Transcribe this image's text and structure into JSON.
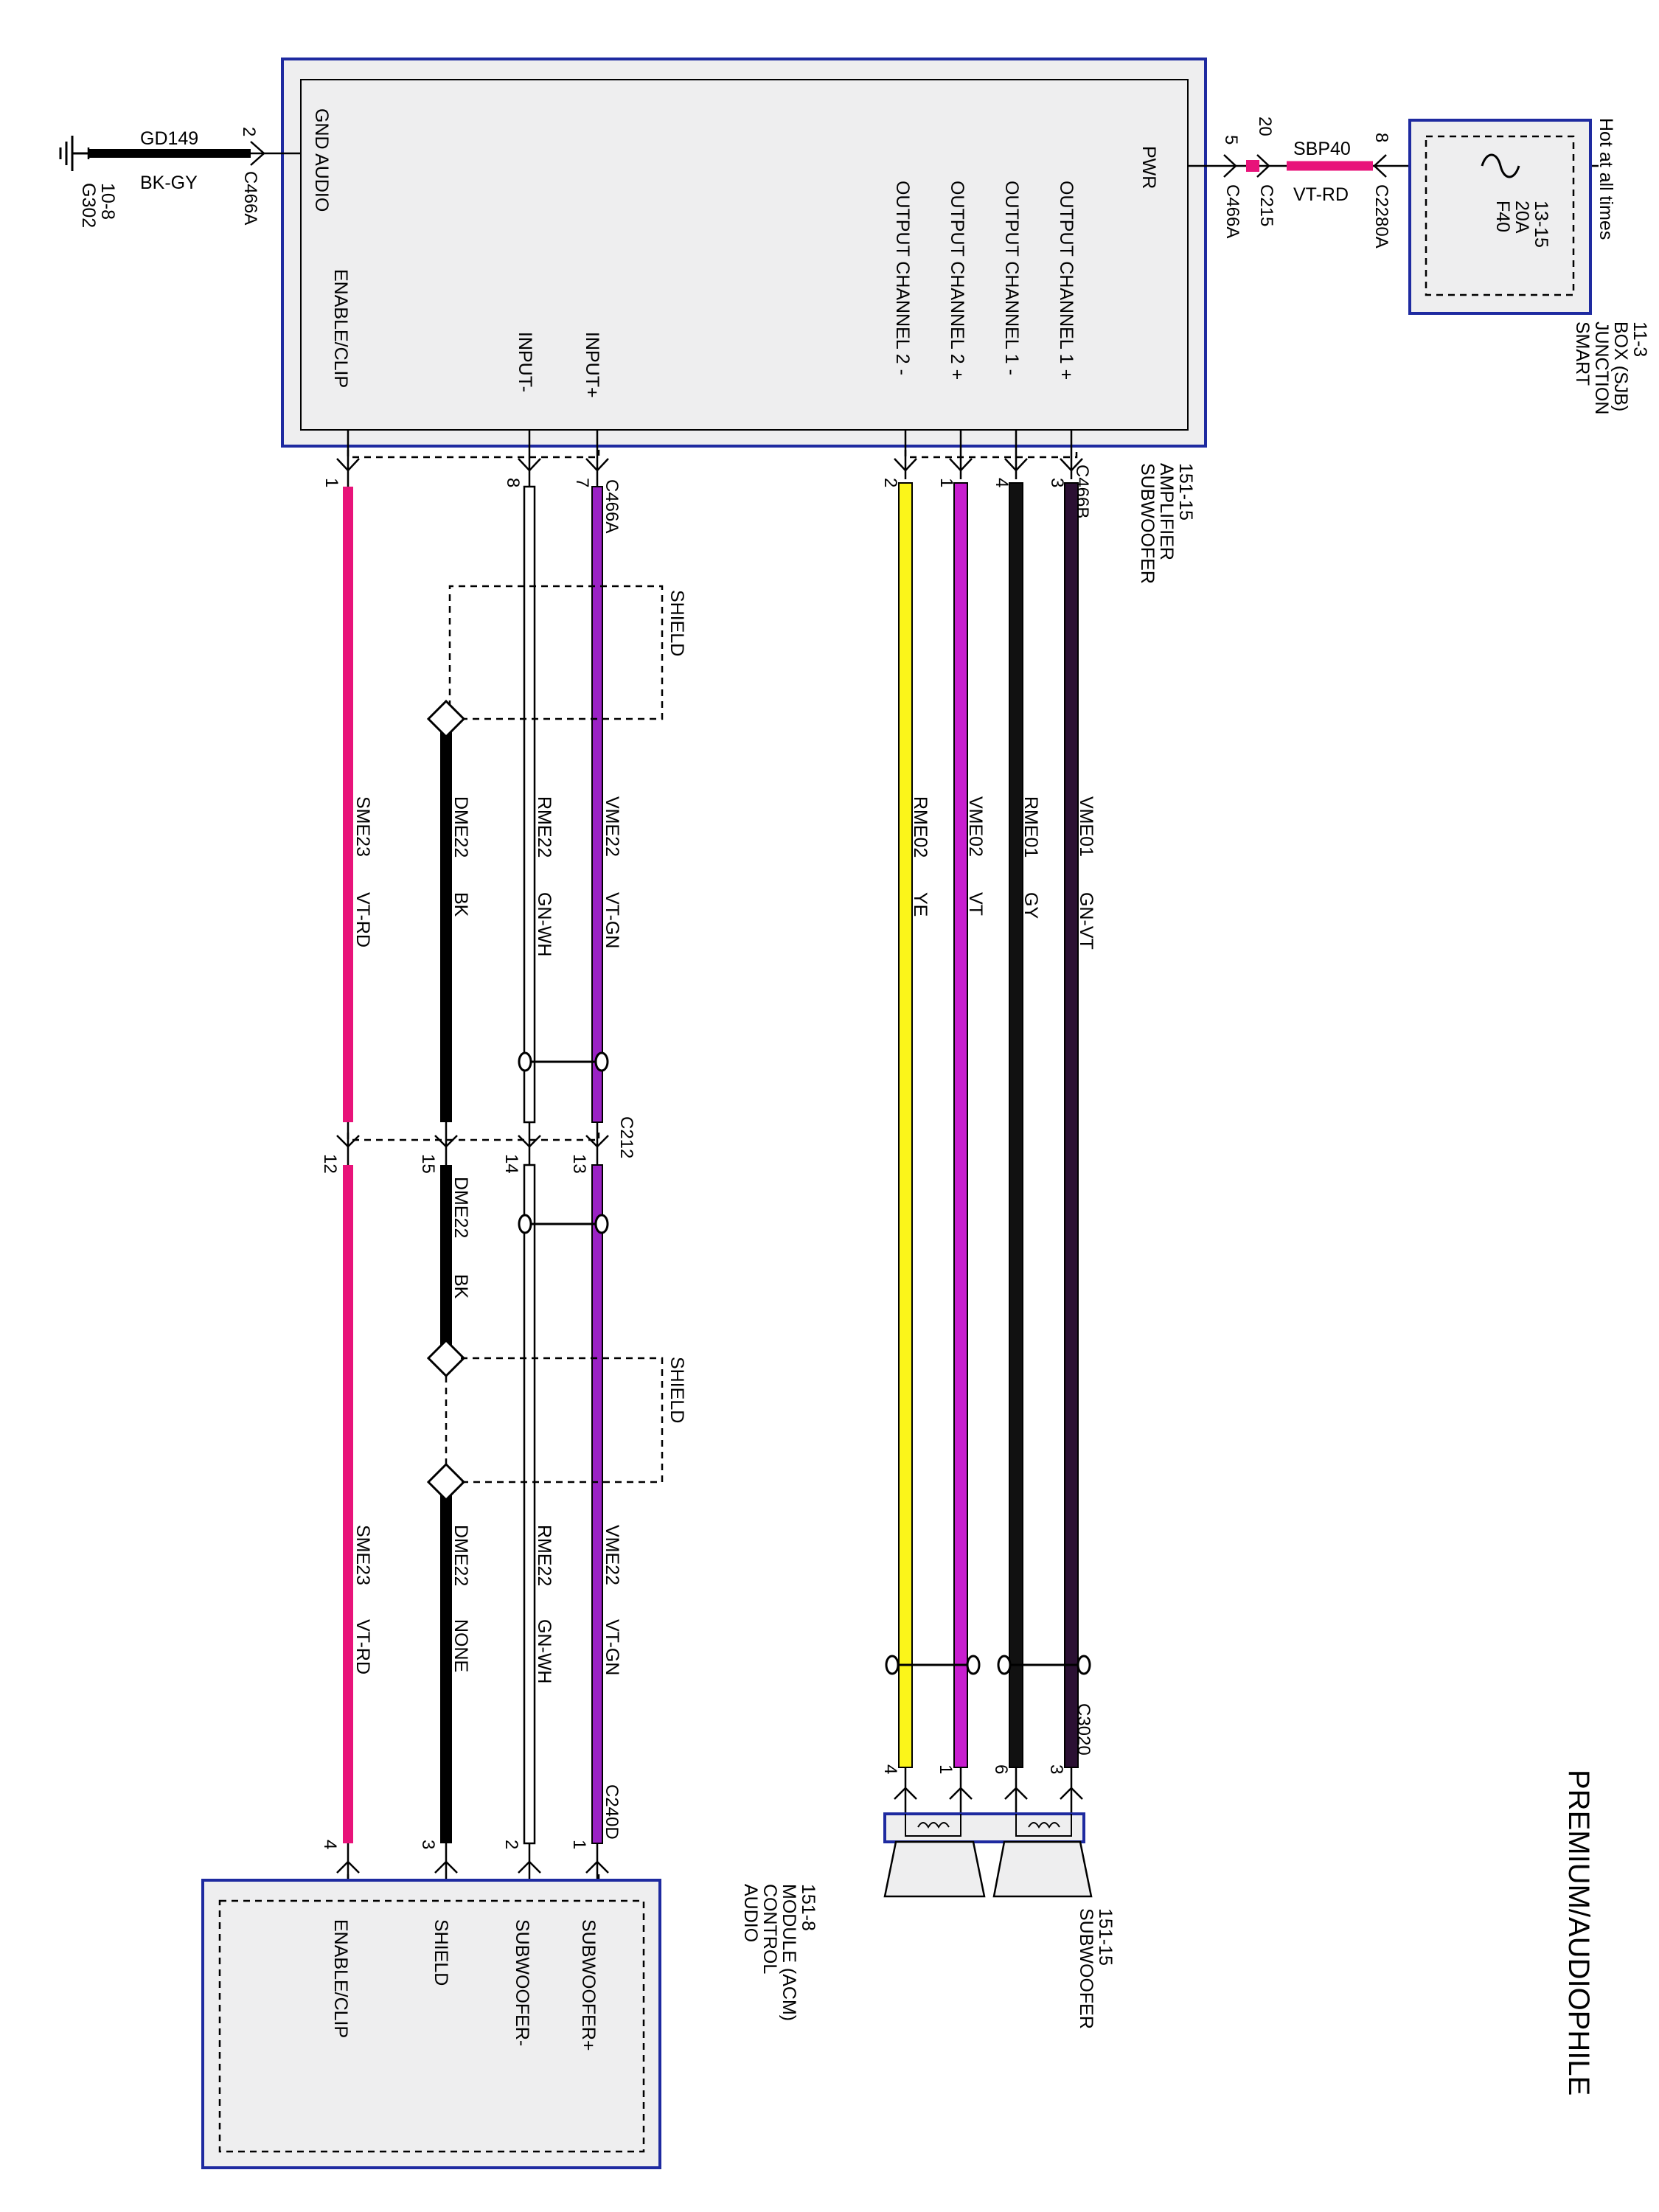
{
  "title": "PREMIUM/AUDIOPHILE",
  "colors": {
    "VT-RD": "#e8137a",
    "GN-WH": "#ffffff",
    "VT-GN": "#9b22c5",
    "BK": "#000000",
    "NONE": "#000000",
    "YE": "#fbf51a",
    "VT": "#c81ecf",
    "GY": "#111111",
    "GN-VT": "#2b1033",
    "BK-GY": "#000000",
    "box_border": "#1e2aa0"
  },
  "amplifier": {
    "name": [
      "SUBWOOFER",
      "AMPLIFIER",
      "151-15"
    ],
    "pins": {
      "gnd_audio": "GND AUDIO",
      "pwr": "PWR",
      "enable_clip": "ENABLE/CLIP",
      "input_minus": "INPUT-",
      "input_plus": "INPUT+",
      "out2_minus": "OUTPUT CHANNEL 2 -",
      "out2_plus": "OUTPUT CHANNEL 2 +",
      "out1_minus": "OUTPUT CHANNEL 1 -",
      "out1_plus": "OUTPUT CHANNEL 1 +"
    }
  },
  "ground": {
    "pin": "2",
    "connector": "C466A",
    "circuit": "GD149",
    "color": "BK-GY",
    "ground_id": [
      "G302",
      "10-8"
    ]
  },
  "power": {
    "pin_amp": "5",
    "conn_amp": "C466A",
    "pin_mid": "20",
    "conn_mid": "C215",
    "circuit": "SBP40",
    "color": "VT-RD",
    "pin_sjb": "8",
    "conn_sjb": "C2280A",
    "fuse": [
      "F40",
      "20A",
      "13-15"
    ],
    "hot": "Hot at all times",
    "sjb": [
      "SMART",
      "JUNCTION",
      "BOX (SJB)",
      "11-3"
    ]
  },
  "output_wires": {
    "connector_top": "C466B",
    "connector_bottom": "C3020",
    "wires": [
      {
        "top_pin": "2",
        "circuit": "RME02",
        "color": "YE",
        "bottom_pin": "4"
      },
      {
        "top_pin": "1",
        "circuit": "VME02",
        "color": "VT",
        "bottom_pin": "1"
      },
      {
        "top_pin": "4",
        "circuit": "RME01",
        "color": "GY",
        "bottom_pin": "6"
      },
      {
        "top_pin": "3",
        "circuit": "VME01",
        "color": "GN-VT",
        "bottom_pin": "3"
      }
    ]
  },
  "subwoofer": {
    "name": [
      "SUBWOOFER",
      "151-15"
    ]
  },
  "input_wires": {
    "connector_top": "C466A",
    "connector_mid": "C212",
    "connector_bottom": "C240D",
    "shield": "SHIELD",
    "upper": [
      {
        "top_pin": "1",
        "circuit": "SME23",
        "color": "VT-RD",
        "mid_pin": "12"
      },
      {
        "top_pin": "",
        "circuit": "DME22",
        "color": "BK",
        "mid_pin": "15"
      },
      {
        "top_pin": "8",
        "circuit": "RME22",
        "color": "GN-WH",
        "mid_pin": "14"
      },
      {
        "top_pin": "7",
        "circuit": "VME22",
        "color": "VT-GN",
        "mid_pin": "13"
      }
    ],
    "mid": {
      "circuit": "DME22",
      "color": "BK"
    },
    "lower": [
      {
        "circuit": "SME23",
        "color": "VT-RD",
        "bottom_pin": "4"
      },
      {
        "circuit": "DME22",
        "color": "NONE",
        "bottom_pin": "3"
      },
      {
        "circuit": "RME22",
        "color": "GN-WH",
        "bottom_pin": "2"
      },
      {
        "circuit": "VME22",
        "color": "VT-GN",
        "bottom_pin": "1"
      }
    ]
  },
  "acm": {
    "name": [
      "AUDIO",
      "CONTROL",
      "MODULE (ACM)",
      "151-8"
    ],
    "pins": {
      "enable_clip": "ENABLE/CLIP",
      "shield": "SHIELD",
      "sub_minus": "SUBWOOFER-",
      "sub_plus": "SUBWOOFER+"
    }
  }
}
